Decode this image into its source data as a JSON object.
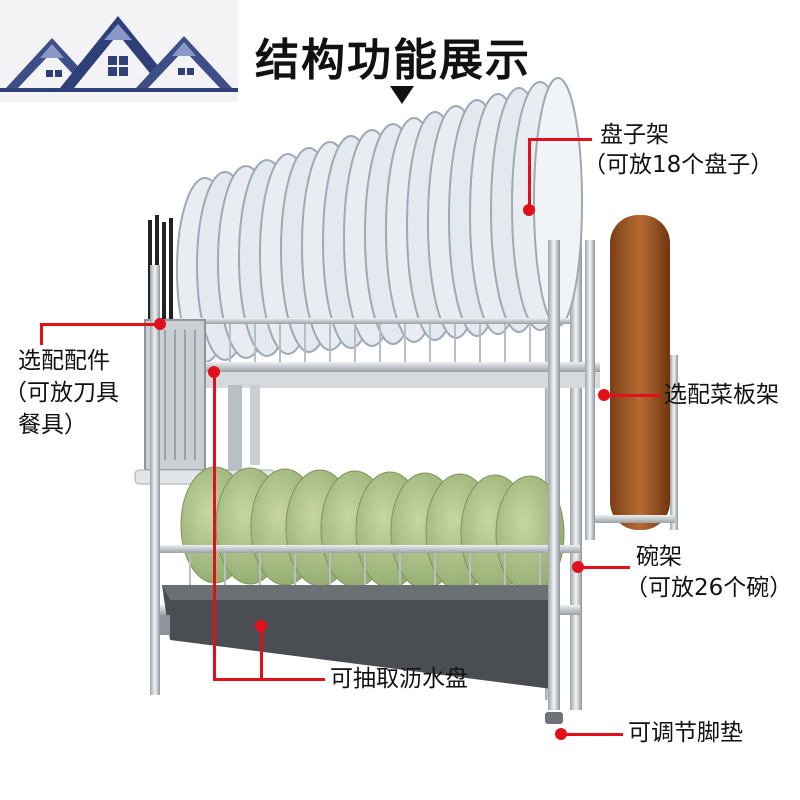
{
  "title": "结构功能展示",
  "logo_icon": "house-roofs-logo-icon",
  "accent_color": "#e1101a",
  "labels": {
    "plate_rack": "盘子架",
    "plate_rack_note": "（可放18个盘子）",
    "accessories": "选配配件",
    "accessories_note_1": "（可放刀具",
    "accessories_note_2": "餐具）",
    "cutting_board_rack": "选配菜板架",
    "bowl_rack": "碗架",
    "bowl_rack_note": "（可放26个碗）",
    "drip_tray": "可抽取沥水盘",
    "adjustable_feet": "可调节脚垫"
  },
  "counts": {
    "plates": 18,
    "bowls": 26
  }
}
